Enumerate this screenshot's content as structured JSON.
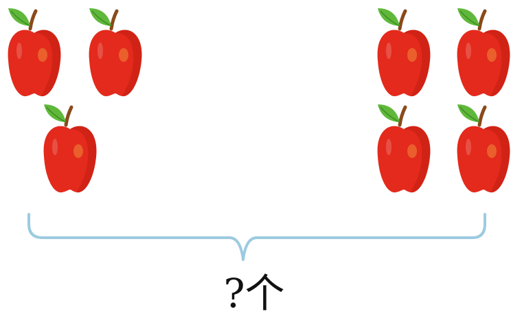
{
  "figure": {
    "groups": [
      {
        "name": "left-group",
        "apple_count": 3
      },
      {
        "name": "right-group",
        "apple_count": 4
      }
    ],
    "question_label": "?个"
  },
  "colors": {
    "apple_red": "#e32a1c",
    "apple_dark_red": "#b81a10",
    "leaf_green": "#5fb83a",
    "stem_brown": "#8a4a1a",
    "brace_blue": "#9ccbe0"
  },
  "icons": {
    "apple": "apple-icon"
  }
}
